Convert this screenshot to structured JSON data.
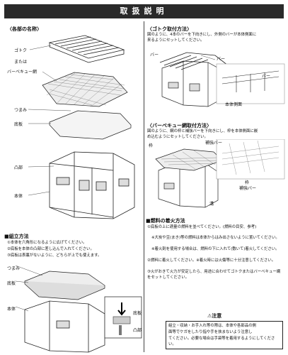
{
  "header": {
    "title": "取扱説明"
  },
  "left": {
    "parts_title": "〈各部の名称〉",
    "labels": {
      "gotoku": "ゴトク",
      "mataha": "または",
      "bbq_net": "バーベキュー網",
      "tsumami": "つまみ",
      "teiita": "底板",
      "totsubu": "凸部",
      "hontai": "本体"
    },
    "assembly_title": "■組立方法",
    "assembly_steps": [
      "①本体を六角形になるように広げてください。",
      "②底板を本体の凸部に差し込んで入れてください。",
      "③底板は表裏がないように、どちらが上でも使えます。"
    ],
    "bottom_labels": {
      "tsumami": "つまみ",
      "teiita": "底板",
      "hontai": "本体",
      "teiita2": "底板",
      "totsubu": "凸部"
    }
  },
  "right": {
    "gotoku_title": "〈ゴトク取付方法〉",
    "gotoku_text": [
      "図のように、4本のバーを下向きにし、外側のバーが本体側面に",
      "来るようにセットしてください。"
    ],
    "gotoku_labels": {
      "bar1": "バー",
      "bar2": "バー",
      "bar3": "バー",
      "hontai_side": "本体側面"
    },
    "bbq_title": "〈バーベキュー網取付方法〉",
    "bbq_text": [
      "図のように、網の枠と補強バーを下向きにし、枠を本体側面に嵌",
      "め込むようにセットしてください。"
    ],
    "bbq_labels": {
      "waku": "枠",
      "hokyo": "補強バー",
      "mizo": "溝",
      "waku2": "枠",
      "hokyo2": "補強バー"
    },
    "fuel_title": "■燃料の着火方法",
    "fuel_steps": [
      "①底板の上に適量の燃料を並べてください。(燃料の目安、参考)",
      "※大炭や豆(まき)等の燃料は本体からはみ出さないように置いてください。",
      "※着火剤を使用する場合は、燃料の下に入れて(敷いて)着火してください。",
      "②燃料に着火してください。※着火時には火傷等に十分注意してください。",
      "③火がおきて火力が安定したら、用途に合わせてゴトクまたはバーベキュー網をセットしてください。"
    ],
    "caution_title": "⚠注意",
    "caution_text": [
      "組立・収納・お手入れ等の際は、本体や各部品の側",
      "面等でケガをしたり指や手を挟まないよう注意し",
      "てください。必要な場合は手袋等を着用するようにしてください。"
    ]
  }
}
